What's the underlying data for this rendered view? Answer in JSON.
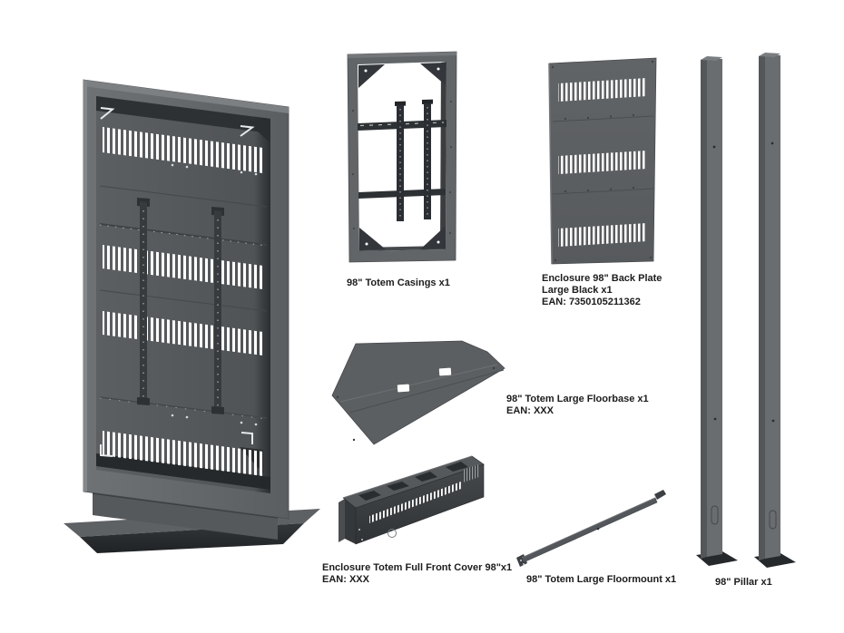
{
  "page": {
    "background_color": "#ffffff",
    "description_colors": {
      "part_gray": "#5e6164",
      "part_frame_gray": "#686b6e",
      "part_dark": "#2c2f32",
      "vent_slat": "#ffffff",
      "label_text": "#1c1c1e"
    }
  },
  "labels": {
    "casings": {
      "title": "98\" Totem Casings x1"
    },
    "backplate": {
      "title": "Enclosure 98\" Back Plate",
      "subtitle": "Large Black x1",
      "ean": "EAN: 7350105211362"
    },
    "floorbase": {
      "title": "98\" Totem Large Floorbase x1",
      "ean": "EAN: XXX"
    },
    "frontcover": {
      "title": "Enclosure Totem Full Front Cover 98\"x1",
      "ean": "EAN: XXX"
    },
    "floormount": {
      "title": "98\" Totem Large Floormount x1"
    },
    "pillar": {
      "title": "98\" Pillar x1"
    }
  }
}
